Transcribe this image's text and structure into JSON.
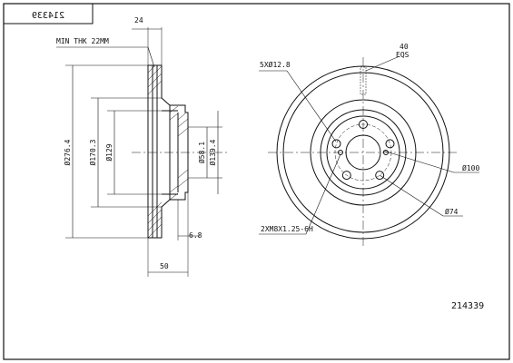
{
  "part_number": "214339",
  "title_block_number": "214339",
  "labels": {
    "min_thickness": "MIN THK 22MM",
    "dim_top": "24",
    "dim_outer_diameter": "Ø276.4",
    "dim_hat_diameter": "Ø170.3",
    "dim_inner_diameter": "Ø129",
    "dim_center_bore": "Ø58.1",
    "dim_hat_outer": "Ø139.4",
    "dim_hat_offset": "6.8",
    "dim_total_height": "50",
    "bolt_holes": "5XØ12.8",
    "slot_angle": "40",
    "slot_eqs": "EQS",
    "pcd": "Ø100",
    "bore_74": "Ø74",
    "threaded_holes": "2XM8X1.25-6H"
  },
  "colors": {
    "line": "#111111",
    "background": "#ffffff"
  }
}
